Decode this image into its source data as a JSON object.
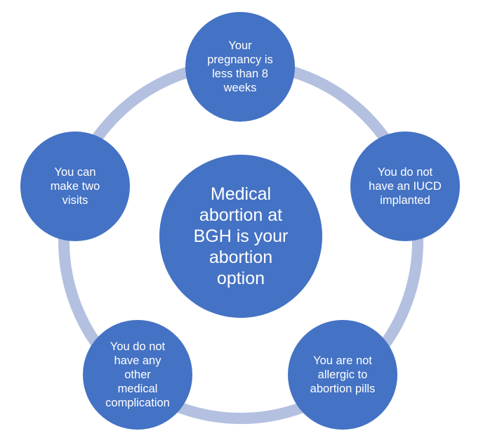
{
  "colors": {
    "node_fill": "#4472c4",
    "ring": "#b4c0e0",
    "text": "#ffffff"
  },
  "center": {
    "lines": [
      "Medical",
      "abortion at",
      "BGH is your",
      "abortion",
      "option"
    ]
  },
  "criteria": [
    {
      "lines": [
        "Your",
        "pregnancy is",
        "less than 8",
        "weeks"
      ]
    },
    {
      "lines": [
        "You do not",
        "have an IUCD",
        "implanted"
      ]
    },
    {
      "lines": [
        "You are not",
        "allergic to",
        "abortion pills"
      ]
    },
    {
      "lines": [
        "You do not",
        "have any",
        "other",
        "medical",
        "complication"
      ]
    },
    {
      "lines": [
        "You can",
        "make two",
        "visits"
      ]
    }
  ]
}
